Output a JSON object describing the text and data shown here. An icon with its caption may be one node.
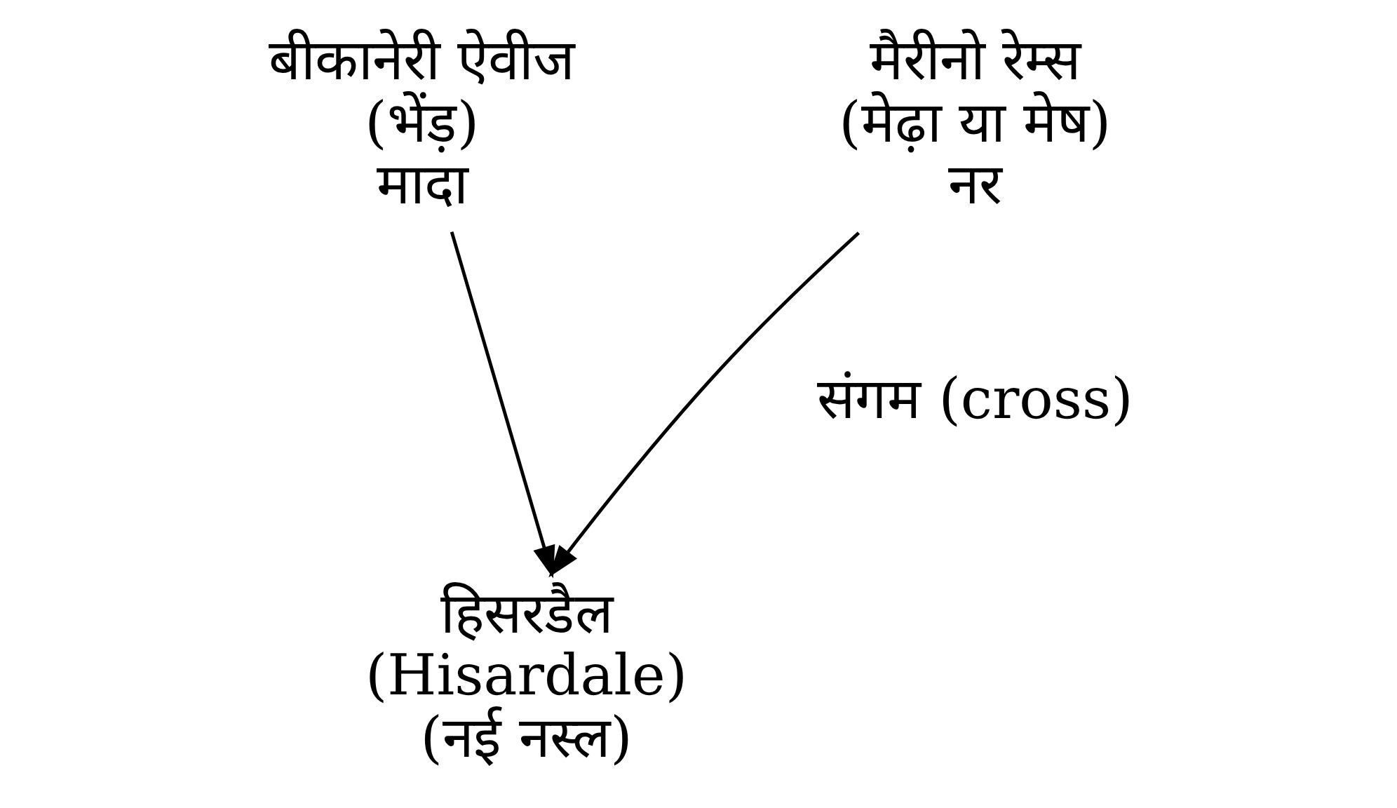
{
  "diagram": {
    "nodes": [
      {
        "text": [
          "बीकानेरी ऐवीज",
          "(भेंड़)",
          "मादा"
        ]
      },
      {
        "text": [
          "मैरीनो रेम्स",
          "(मेढ़ा या मेष)",
          "नर"
        ]
      },
      {
        "text": [
          "हिसरडैल",
          "(Hisardale)",
          "(नई नस्ल)"
        ]
      }
    ],
    "edges": [
      {
        "from": 0,
        "to": 2,
        "arrow": "to"
      },
      {
        "from": 1,
        "to": 2,
        "arrow": "to"
      }
    ],
    "labels": [
      "संगम (cross)"
    ]
  }
}
